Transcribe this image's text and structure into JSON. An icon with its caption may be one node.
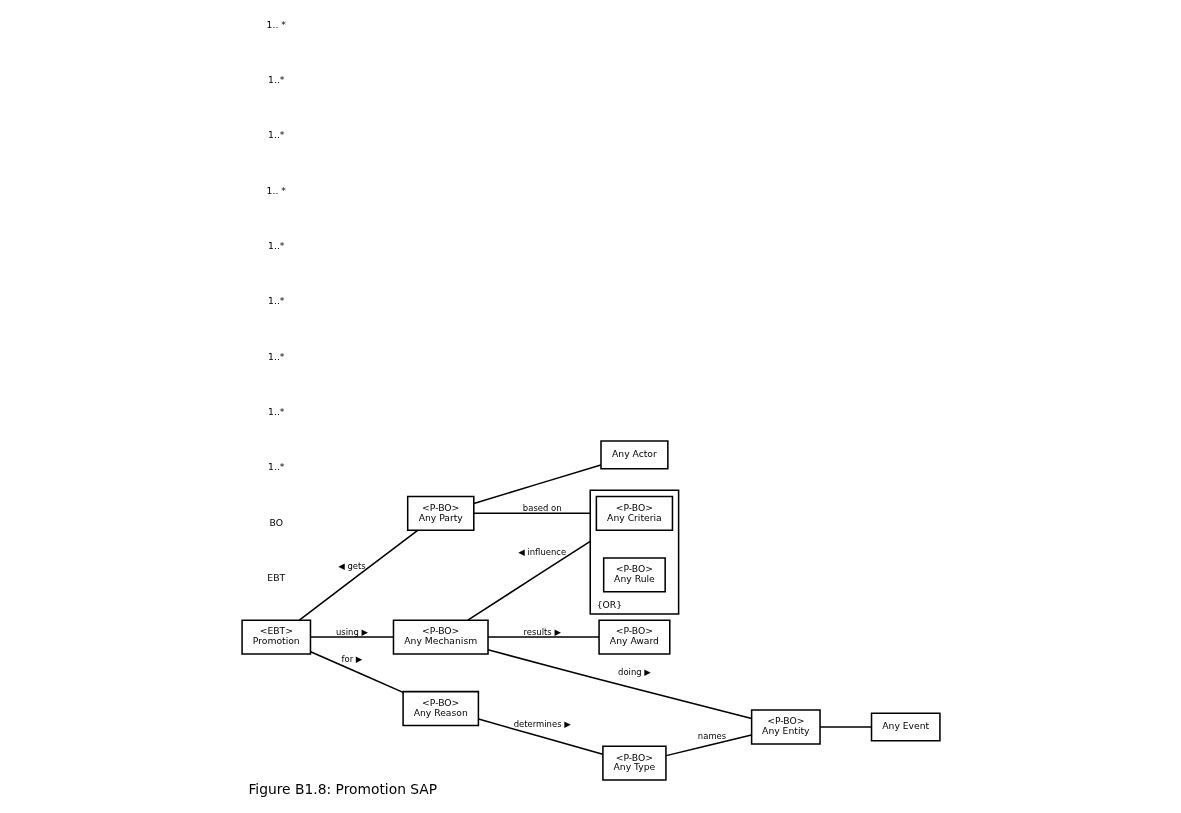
{
  "diagram": {
    "caption": "Figure B1.8: Promotion SAP",
    "nodes": [
      {
        "text": [
          "<EBT>",
          "Promotion"
        ]
      },
      {
        "text": [
          "<P-BO>",
          "Any Party"
        ]
      },
      {
        "text": [
          "Any Actor"
        ]
      },
      {
        "text": [
          "{OR}"
        ]
      },
      {
        "text": [
          "<P-BO>",
          "Any Criteria"
        ],
        "in": 3
      },
      {
        "text": [
          "<P-BO>",
          "Any Rule"
        ],
        "in": 3
      },
      {
        "text": [
          "<P-BO>",
          "Any Mechanism"
        ]
      },
      {
        "text": [
          "<P-BO>",
          "Any Award"
        ]
      },
      {
        "text": [
          "<P-BO>",
          "Any Reason"
        ]
      },
      {
        "text": [
          "<P-BO>",
          "Any Type"
        ]
      },
      {
        "text": [
          "<P-BO>",
          "Any Entity"
        ]
      },
      {
        "text": [
          "Any Event"
        ]
      }
    ],
    "edges": [
      {
        "from": 0,
        "to": 1,
        "arrow": "none",
        "label": "◀ gets"
      },
      {
        "from": 1,
        "to": 2,
        "arrow": "none"
      },
      {
        "from": 1,
        "to": 3,
        "arrow": "none",
        "label": "based on"
      },
      {
        "from": 6,
        "to": 3,
        "arrow": "none",
        "label": "◀ influence"
      },
      {
        "from": 0,
        "to": 6,
        "arrow": "none",
        "label": "using ▶"
      },
      {
        "from": 6,
        "to": 7,
        "arrow": "none",
        "label": "results ▶"
      },
      {
        "from": 6,
        "to": 10,
        "arrow": "none",
        "label": "doing ▶"
      },
      {
        "from": 0,
        "to": 8,
        "arrow": "none",
        "label": "for ▶"
      },
      {
        "from": 8,
        "to": 9,
        "arrow": "none",
        "label": "determines ▶"
      },
      {
        "from": 9,
        "to": 10,
        "arrow": "none",
        "label": "names"
      },
      {
        "from": 10,
        "to": 11,
        "arrow": "none"
      }
    ],
    "labels": [
      "EBT",
      "BO",
      "1..*",
      "1..*",
      "1..*",
      "1..*",
      "1..*",
      "1.. *",
      "1..*",
      "1..*",
      "1.. *"
    ]
  }
}
